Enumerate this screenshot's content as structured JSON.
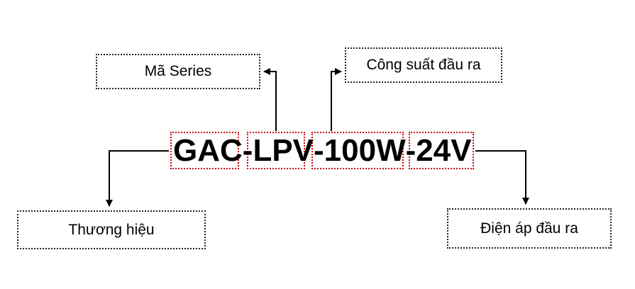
{
  "labels": {
    "series": "Mã Series",
    "power": "Công suất đầu ra",
    "brand": "Thương hiệu",
    "voltage": "Điện áp đầu ra"
  },
  "code": {
    "brand": "GAC",
    "sep1": "-",
    "series": "LPV",
    "sep2": "-",
    "power": "100W",
    "sep3": "-",
    "voltage": "24V"
  },
  "colors": {
    "segment_border": "#cc0000",
    "box_border": "#222222",
    "text": "#000000"
  }
}
